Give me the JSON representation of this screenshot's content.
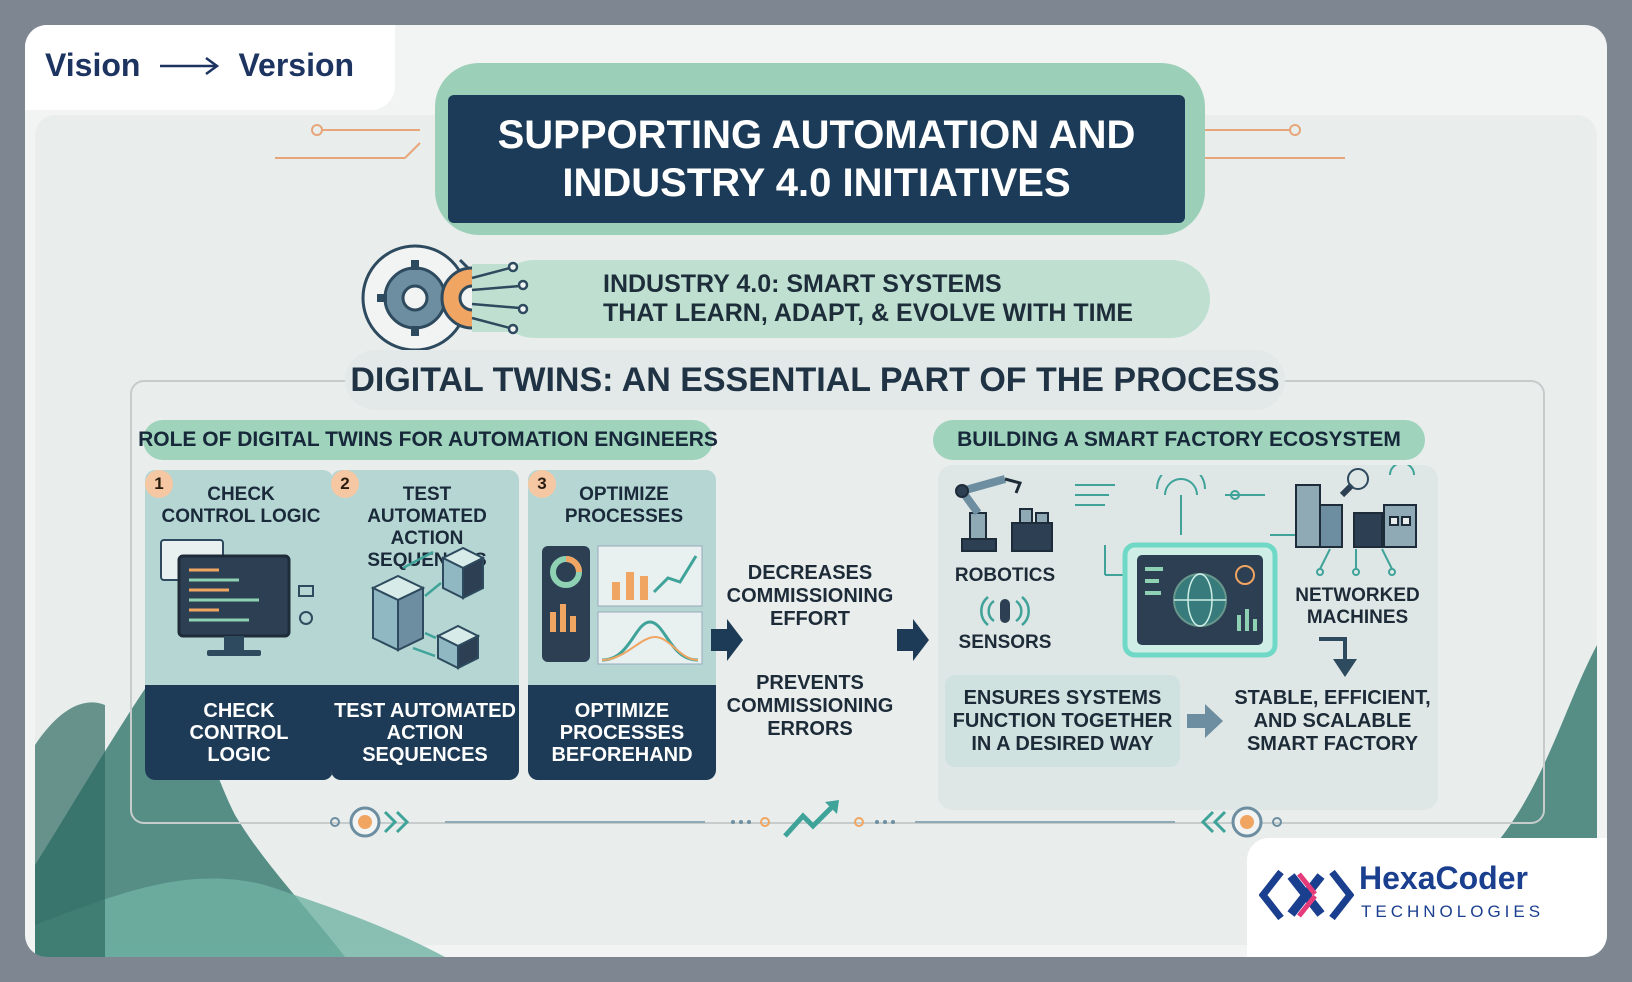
{
  "brand": {
    "left": "Vision",
    "right": "Version",
    "arrow_icon": "long-right-arrow"
  },
  "title": "SUPPORTING AUTOMATION AND\nINDUSTRY 4.0 INITIATIVES",
  "subtitle": "INDUSTRY 4.0: SMART SYSTEMS\nTHAT LEARN, ADAPT, & EVOLVE WITH TIME",
  "section_title": "DIGITAL TWINS: AN ESSENTIAL PART OF THE PROCESS",
  "roles": {
    "heading": "ROLE OF DIGITAL TWINS FOR AUTOMATION ENGINEERS",
    "steps": [
      {
        "number": "1",
        "top": "CHECK\nCONTROL LOGIC",
        "bottom": "CHECK\nCONTROL\nLOGIC",
        "icon": "monitor-code-icon"
      },
      {
        "number": "2",
        "top": "TEST AUTOMATED\nACTION SEQUENCES",
        "bottom": "TEST AUTOMATED\nACTION\nSEQUENCES",
        "icon": "servers-network-icon"
      },
      {
        "number": "3",
        "top": "OPTIMIZE\nPROCESSES",
        "bottom": "OPTIMIZE\nPROCESSES\nBEFOREHAND",
        "icon": "analytics-dashboard-icon"
      }
    ]
  },
  "benefits": {
    "first": "DECREASES\nCOMMISSIONING\nEFFORT",
    "second": "PREVENTS\nCOMMISSIONING\nERRORS"
  },
  "ecosystem": {
    "heading": "BUILDING A SMART FACTORY ECOSYSTEM",
    "robotics": "ROBOTICS",
    "sensors": "SENSORS",
    "networked": "NETWORKED\nMACHINES",
    "ensures": "ENSURES SYSTEMS\nFUNCTION TOGETHER\nIN A DESIRED WAY",
    "result": "STABLE, EFFICIENT,\nAND SCALABLE\nSMART FACTORY"
  },
  "logo": {
    "name": "HexaCoder",
    "sub": "TECHNOLOGIES"
  },
  "colors": {
    "navy": "#1b3b58",
    "mint": "#9fd3bc",
    "teal": "#3fa39a",
    "orange": "#f29b4b",
    "brand_blue": "#1b3f8f"
  }
}
